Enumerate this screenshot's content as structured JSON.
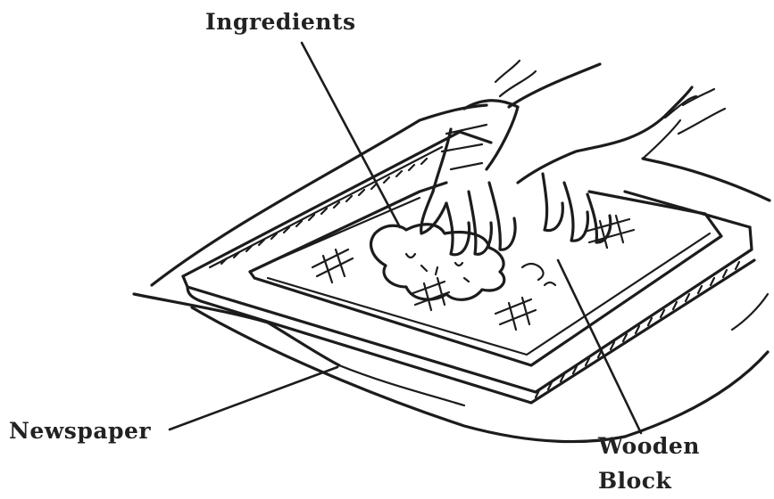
{
  "labels": {
    "ingredients": "Ingredients",
    "newspaper": "Newspaper",
    "wooden_block_line1": "Wooden",
    "wooden_block_line2": "Block"
  },
  "colors": {
    "ink": "#1c1c1c",
    "background": "#ffffff"
  }
}
